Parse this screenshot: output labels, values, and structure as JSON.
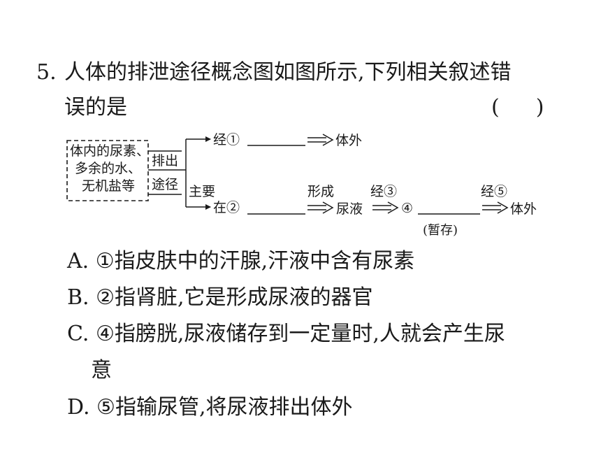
{
  "question": {
    "number": "5.",
    "text_line1": "人体的排泄途径概念图如图所示,下列相关叙述错",
    "text_line2": "误的是",
    "answer_paren_open": "(",
    "answer_paren_close": ")"
  },
  "diagram": {
    "source_box": [
      "体内的尿素、",
      "多余的水、",
      "无机盐等"
    ],
    "route_label": [
      "排出",
      "途径"
    ],
    "top_branch": {
      "via": "经①",
      "destination": "体外"
    },
    "bottom_branch": {
      "main_label": "主要",
      "at": "在②",
      "form_label": "形成",
      "urine": "尿液",
      "via3": "经③",
      "node4": "④",
      "temp_store": "(暂存)",
      "via5": "经⑤",
      "destination": "体外"
    }
  },
  "options": {
    "a": "A. ①指皮肤中的汗腺,汗液中含有尿素",
    "b": "B. ②指肾脏,它是形成尿液的器官",
    "c_line1": "C. ④指膀胱,尿液储存到一定量时,人就会产生尿",
    "c_line2": "意",
    "d": "D. ⑤指输尿管,将尿液排出体外"
  }
}
